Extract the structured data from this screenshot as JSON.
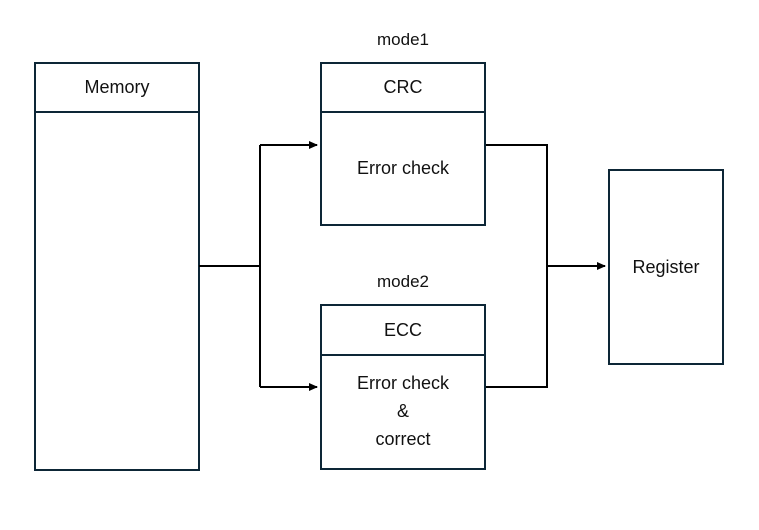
{
  "diagram": {
    "memory": {
      "title": "Memory"
    },
    "mode1": {
      "label": "mode1",
      "header": "CRC",
      "body": "Error check"
    },
    "mode2": {
      "label": "mode2",
      "header": "ECC",
      "body_line1": "Error check",
      "body_line2": "&",
      "body_line3": "correct"
    },
    "register": {
      "title": "Register"
    },
    "colors": {
      "box_border": "#0d2636",
      "connector": "#000000",
      "text": "#111111",
      "background": "#ffffff"
    }
  }
}
